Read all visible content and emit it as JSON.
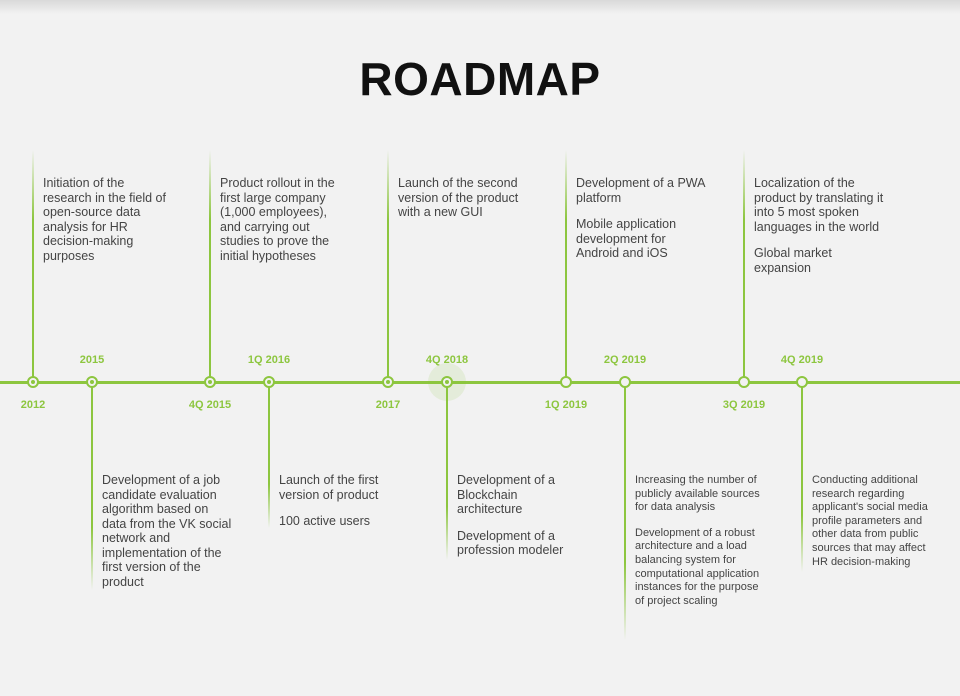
{
  "title": "ROADMAP",
  "accent_color": "#8dc63f",
  "milestones": [
    {
      "label": "2012",
      "texts": [
        "Initiation of the research in the field of open-source data analysis for HR decision-making purposes"
      ]
    },
    {
      "label": "2015",
      "texts": [
        "Development of a job candidate evaluation algorithm based on data from the VK social network and implementation of the first version of the product"
      ]
    },
    {
      "label": "4Q 2015",
      "texts": [
        "Product rollout in the first large company (1,000 employees), and carrying out studies to prove the initial hypotheses"
      ]
    },
    {
      "label": "1Q 2016",
      "texts": [
        "Launch of the first version of product",
        "100 active users"
      ]
    },
    {
      "label": "2017",
      "texts": [
        "Launch of the second version of the product with a new GUI"
      ]
    },
    {
      "label": "4Q 2018",
      "texts": [
        "Development of a Blockchain architecture",
        "Development of a profession modeler"
      ]
    },
    {
      "label": "1Q 2019",
      "texts": [
        "Development of a PWA platform",
        "Mobile application development for Android and iOS"
      ]
    },
    {
      "label": "2Q 2019",
      "texts": [
        "Increasing the number of publicly available sources for data analysis",
        "Development of a robust architecture and a load balancing system for computational application instances for the purpose of project scaling"
      ]
    },
    {
      "label": "3Q 2019",
      "texts": [
        "Localization of the product by translating it into 5 most spoken languages in the world",
        "Global market expansion"
      ]
    },
    {
      "label": "4Q 2019",
      "texts": [
        "Conducting additional research regarding applicant's social media profile parameters and other data from public sources that may affect HR decision-making"
      ]
    }
  ]
}
